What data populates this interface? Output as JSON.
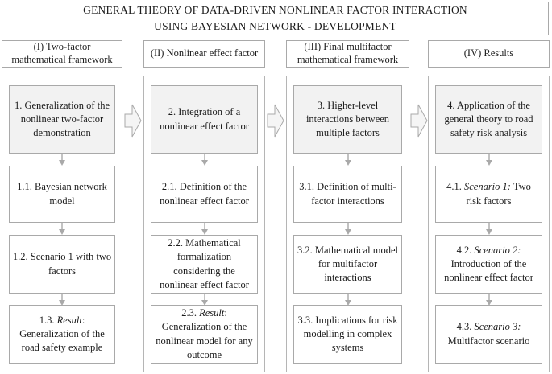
{
  "title": {
    "line1": "GENERAL THEORY OF DATA-DRIVEN NONLINEAR FACTOR INTERACTION",
    "line2": "USING BAYESIAN NETWORK - DEVELOPMENT"
  },
  "columns": [
    {
      "header": "(I) Two-factor mathematical framework",
      "boxes": [
        {
          "shaded": true,
          "parts": [
            {
              "text": "1. Generalization of the nonlinear two-factor demonstration"
            }
          ]
        },
        {
          "shaded": false,
          "parts": [
            {
              "text": "1.1. Bayesian network model"
            }
          ]
        },
        {
          "shaded": false,
          "parts": [
            {
              "text": "1.2. Scenario 1 with two factors"
            }
          ]
        },
        {
          "shaded": false,
          "parts": [
            {
              "text": "1.3. "
            },
            {
              "text": "Result",
              "italic": true
            },
            {
              "text": ": Generalization of the road safety example"
            }
          ]
        }
      ]
    },
    {
      "header": "(II) Nonlinear effect factor",
      "boxes": [
        {
          "shaded": true,
          "parts": [
            {
              "text": "2. Integration of a nonlinear effect factor"
            }
          ]
        },
        {
          "shaded": false,
          "parts": [
            {
              "text": "2.1. Definition of the nonlinear effect factor"
            }
          ]
        },
        {
          "shaded": false,
          "parts": [
            {
              "text": "2.2. Mathematical formalization considering the nonlinear effect factor"
            }
          ]
        },
        {
          "shaded": false,
          "parts": [
            {
              "text": "2.3. "
            },
            {
              "text": "Result",
              "italic": true
            },
            {
              "text": ": Generalization of the nonlinear model for any outcome"
            }
          ]
        }
      ]
    },
    {
      "header": "(III) Final multifactor mathematical framework",
      "boxes": [
        {
          "shaded": true,
          "parts": [
            {
              "text": "3. Higher-level interactions between multiple factors"
            }
          ]
        },
        {
          "shaded": false,
          "parts": [
            {
              "text": "3.1. Definition of multi-factor interactions"
            }
          ]
        },
        {
          "shaded": false,
          "parts": [
            {
              "text": "3.2. Mathematical model for multifactor interactions"
            }
          ]
        },
        {
          "shaded": false,
          "parts": [
            {
              "text": "3.3. Implications for risk modelling in complex systems"
            }
          ]
        }
      ]
    },
    {
      "header": "(IV) Results",
      "boxes": [
        {
          "shaded": true,
          "parts": [
            {
              "text": "4. Application of the general theory to road safety risk analysis"
            }
          ]
        },
        {
          "shaded": false,
          "parts": [
            {
              "text": "4.1. "
            },
            {
              "text": "Scenario 1:",
              "italic": true
            },
            {
              "text": " Two risk factors"
            }
          ]
        },
        {
          "shaded": false,
          "parts": [
            {
              "text": "4.2. "
            },
            {
              "text": "Scenario 2:",
              "italic": true
            },
            {
              "text": " Introduction of the nonlinear effect factor"
            }
          ]
        },
        {
          "shaded": false,
          "parts": [
            {
              "text": "4.3. "
            },
            {
              "text": "Scenario 3:",
              "italic": true
            },
            {
              "text": " Multifactor scenario"
            }
          ]
        }
      ]
    }
  ],
  "colors": {
    "box_border": "#a9a9a9",
    "container_border": "#b5b5b5",
    "shaded_fill": "#f2f2f2",
    "arrow_fill": "#f5f5f5",
    "arrow_stroke": "#a9a9a9",
    "text": "#1c1c1c"
  }
}
